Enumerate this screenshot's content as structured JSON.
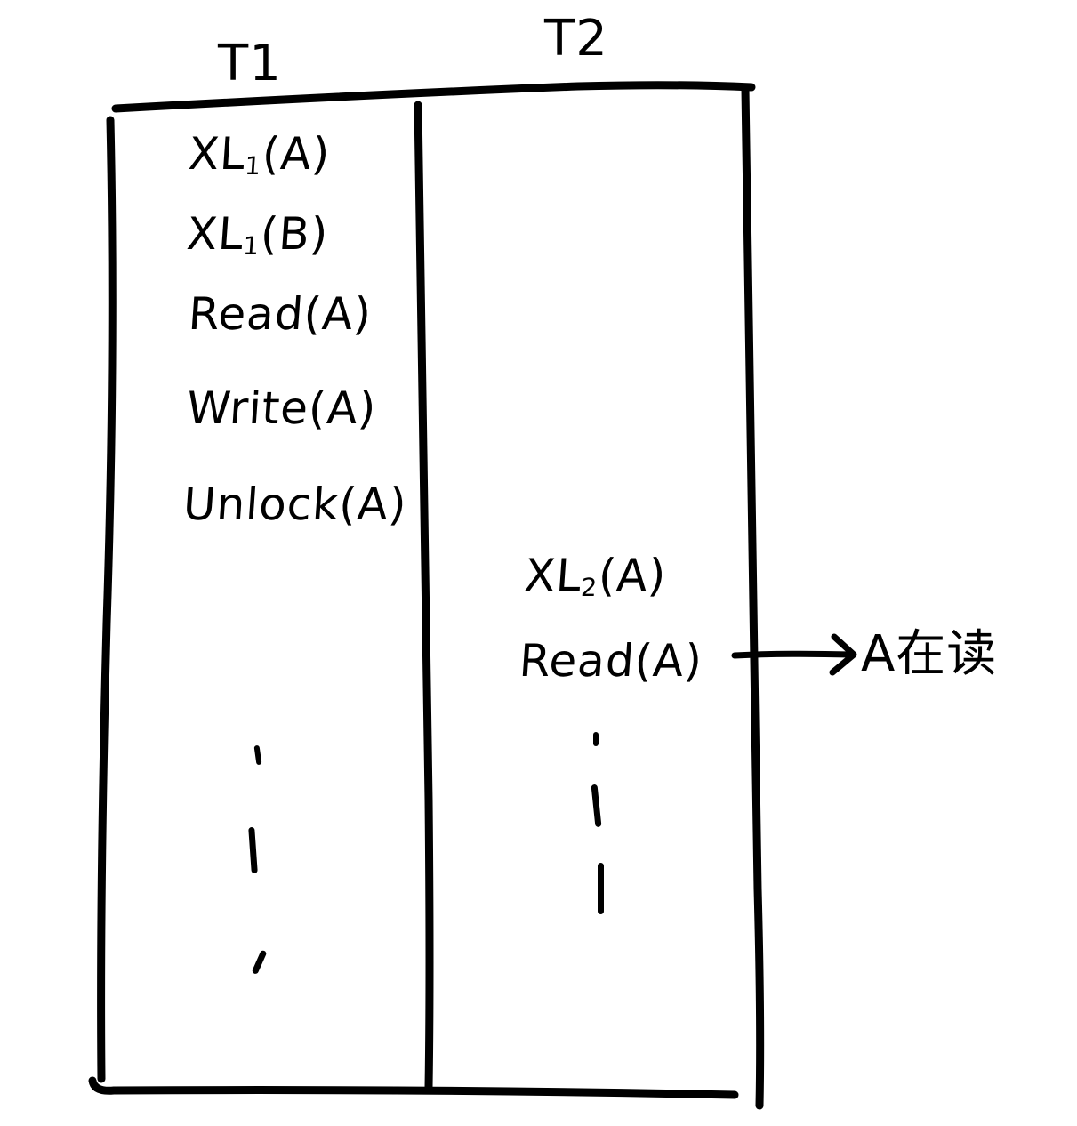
{
  "diagram": {
    "columns": [
      {
        "header": "T1",
        "operations": [
          {
            "name": "XL",
            "sub": "1",
            "arg": "(A)"
          },
          {
            "name": "XL",
            "sub": "1",
            "arg": "(B)"
          },
          {
            "name": "Read",
            "sub": "",
            "arg": "(A)"
          },
          {
            "name": "Write",
            "sub": "",
            "arg": "(A)"
          },
          {
            "name": "Unlock",
            "sub": "",
            "arg": "(A)"
          }
        ]
      },
      {
        "header": "T2",
        "operations": [
          {
            "name": "XL",
            "sub": "2",
            "arg": "(A)"
          },
          {
            "name": "Read",
            "sub": "",
            "arg": "(A)"
          }
        ]
      }
    ],
    "annotation": "A在读",
    "line_color": "#000000"
  }
}
